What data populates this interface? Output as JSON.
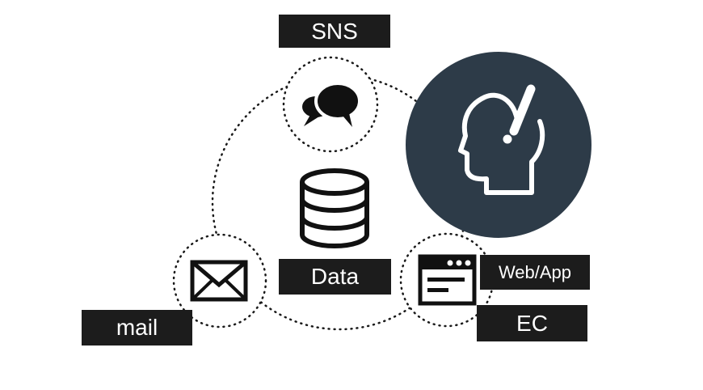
{
  "labels": {
    "sns": "SNS",
    "data": "Data",
    "web_app": "Web/App",
    "ec": "EC",
    "mail": "mail"
  },
  "icons": {
    "center": "database-icon",
    "sns": "speech-bubbles-icon",
    "mail": "envelope-icon",
    "web": "browser-window-icon",
    "insight": "head-exclamation-icon"
  },
  "colors": {
    "label_bg": "#1c1c1c",
    "label_text": "#ffffff",
    "insight_circle": "#2d3b48",
    "line": "#1a1a1a"
  }
}
